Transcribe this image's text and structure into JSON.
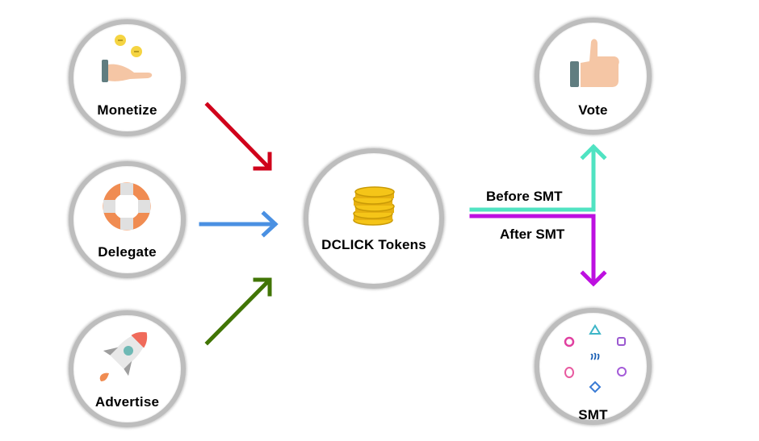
{
  "nodes": {
    "monetize": {
      "label": "Monetize"
    },
    "delegate": {
      "label": "Delegate"
    },
    "advertise": {
      "label": "Advertise"
    },
    "tokens": {
      "label": "DCLICK Tokens"
    },
    "vote": {
      "label": "Vote"
    },
    "smt": {
      "label": "SMT"
    }
  },
  "edges": {
    "before_label": "Before SMT",
    "after_label": "After SMT"
  },
  "colors": {
    "monetize_arrow": "#d0021b",
    "delegate_arrow": "#4a90e2",
    "advertise_arrow": "#417505",
    "before_arrow": "#50e3c2",
    "after_arrow": "#bd10e0"
  }
}
